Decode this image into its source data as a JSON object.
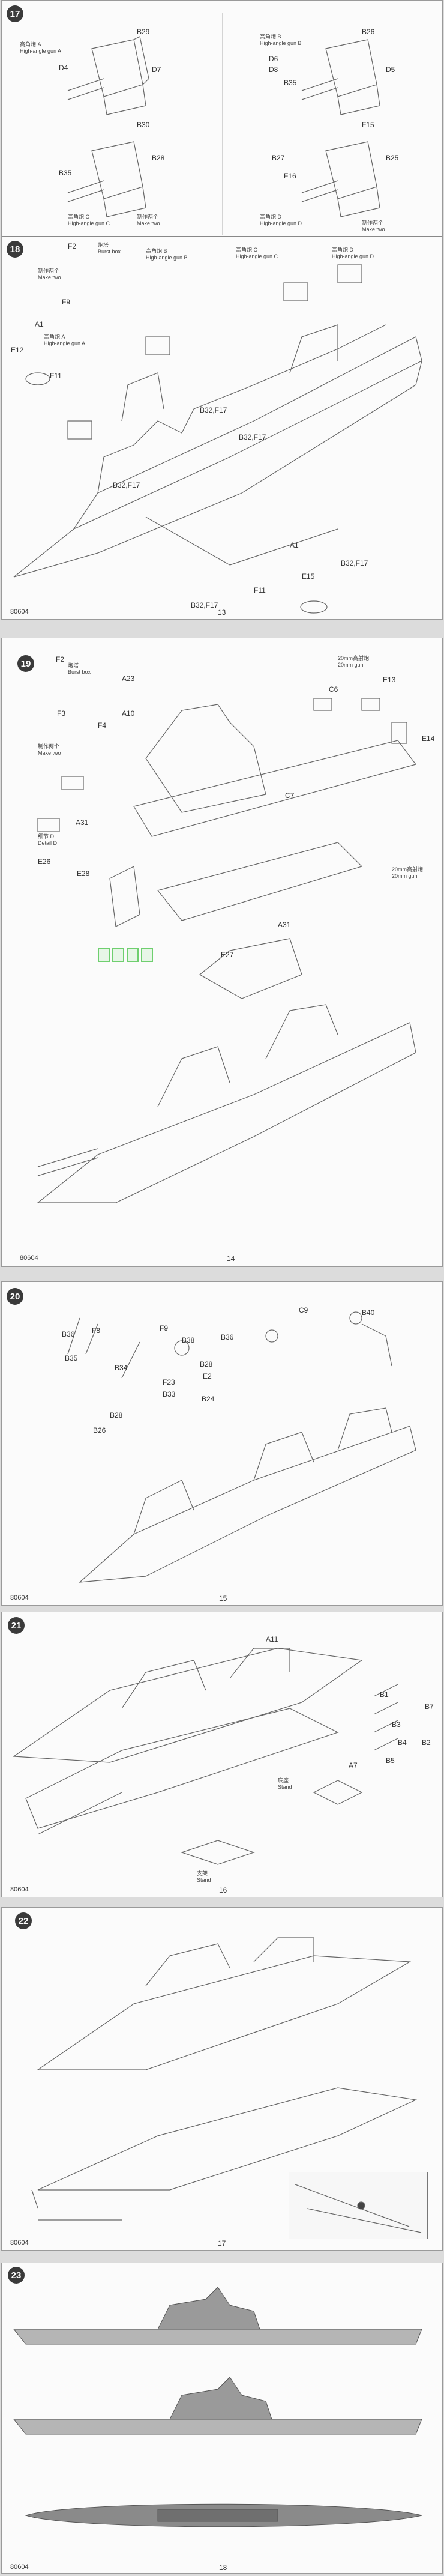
{
  "code": "80604",
  "pages": [
    {
      "number": "13",
      "steps": [
        {
          "step": "17",
          "parts": [
            "B29",
            "D4",
            "D7",
            "B30",
            "B28",
            "B35",
            "D8",
            "D5",
            "B35",
            "D6",
            "F15",
            "B27",
            "B25",
            "F16",
            "B26"
          ],
          "captions": [
            "高角炮 A\nHigh-angle gun A",
            "高角炮 B\nHigh-angle gun B",
            "高角炮 C\nHigh-angle gun C",
            "高角炮 D\nHigh-angle gun D",
            "制作两个\nMake two",
            "制作两个\nMake two"
          ]
        },
        {
          "step": "18",
          "parts": [
            "F2",
            "F9",
            "A1",
            "E12",
            "F11",
            "B32,F17",
            "B32,F17",
            "B32,F17",
            "B32,F17",
            "B32,F17",
            "A1",
            "E15",
            "F11"
          ],
          "captions": [
            "高角炮 A\nHigh-angle gun A",
            "高角炮 B\nHigh-angle gun B",
            "高角炮 C\nHigh-angle gun C",
            "高角炮 D\nHigh-angle gun D",
            "炮塔\nBurst box",
            "制作两个\nMake two"
          ]
        }
      ]
    },
    {
      "number": "14",
      "steps": [
        {
          "step": "19",
          "parts": [
            "F2",
            "A23",
            "A10",
            "C6",
            "E13",
            "E14",
            "F3",
            "F4",
            "C7",
            "A31",
            "E28",
            "E26",
            "E27",
            "A31"
          ],
          "captions": [
            "炮塔\nBurst box",
            "制作两个\nMake two",
            "细节 D\nDetail D",
            "20mm高射炮\n20mm gun",
            "20mm高射炮\n20mm gun"
          ]
        }
      ]
    },
    {
      "number": "15",
      "steps": [
        {
          "step": "20",
          "parts": [
            "B36",
            "F8",
            "B35",
            "F9",
            "B34",
            "B38",
            "B36",
            "B28",
            "C9",
            "B40",
            "E2",
            "F23",
            "B33",
            "B24",
            "B28",
            "B26"
          ],
          "captions": []
        }
      ]
    },
    {
      "number": "16",
      "steps": [
        {
          "step": "21",
          "parts": [
            "A11",
            "B7",
            "B1",
            "B3",
            "A7",
            "B4",
            "B2",
            "B5"
          ],
          "captions": [
            "底座\nStand",
            "支架\nStand"
          ]
        }
      ]
    },
    {
      "number": "17",
      "steps": [
        {
          "step": "22",
          "parts": [],
          "captions": []
        }
      ]
    },
    {
      "number": "18",
      "steps": [
        {
          "step": "23",
          "parts": [],
          "captions": []
        }
      ]
    }
  ]
}
